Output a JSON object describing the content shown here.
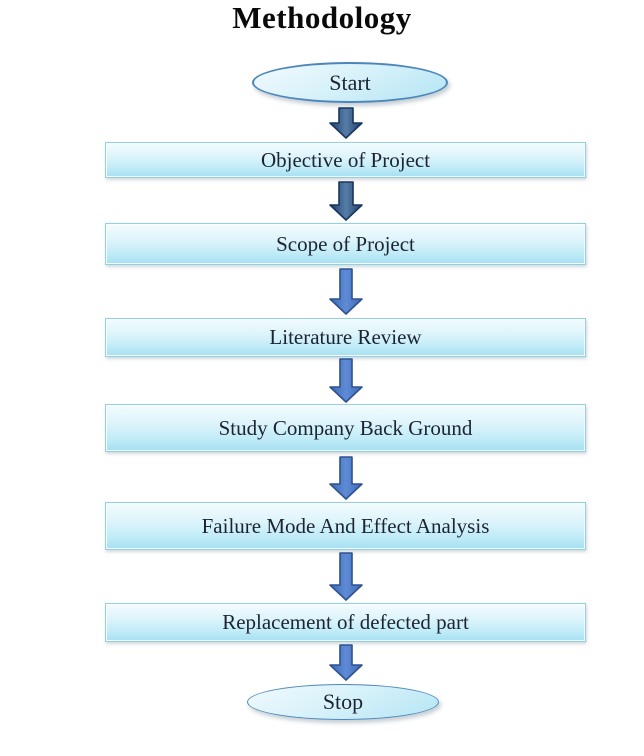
{
  "title": "Methodology",
  "colors": {
    "background": "#ffffff",
    "box_fill_top": "#f3fcfe",
    "box_fill_bottom": "#a6e0f2",
    "box_border": "#8fd2e5",
    "ellipse_border": "#4e86bb",
    "arrow_dark_fill": "#1f3f69",
    "arrow_dark_fill_light": "#567da8",
    "arrow_dark_border": "#17365d",
    "arrow_blue_fill": "#3f6cb5",
    "arrow_blue_fill_light": "#5e8ad6",
    "arrow_blue_border": "#2f528f",
    "text": "#1c2431"
  },
  "flow": {
    "start": {
      "label": "Start",
      "shape": "ellipse"
    },
    "steps": [
      {
        "label": "Objective of Project"
      },
      {
        "label": "Scope of Project"
      },
      {
        "label": "Literature Review"
      },
      {
        "label": "Study Company Back Ground"
      },
      {
        "label": "Failure Mode And Effect Analysis"
      },
      {
        "label": "Replacement of defected part"
      }
    ],
    "end": {
      "label": "Stop",
      "shape": "ellipse"
    }
  }
}
